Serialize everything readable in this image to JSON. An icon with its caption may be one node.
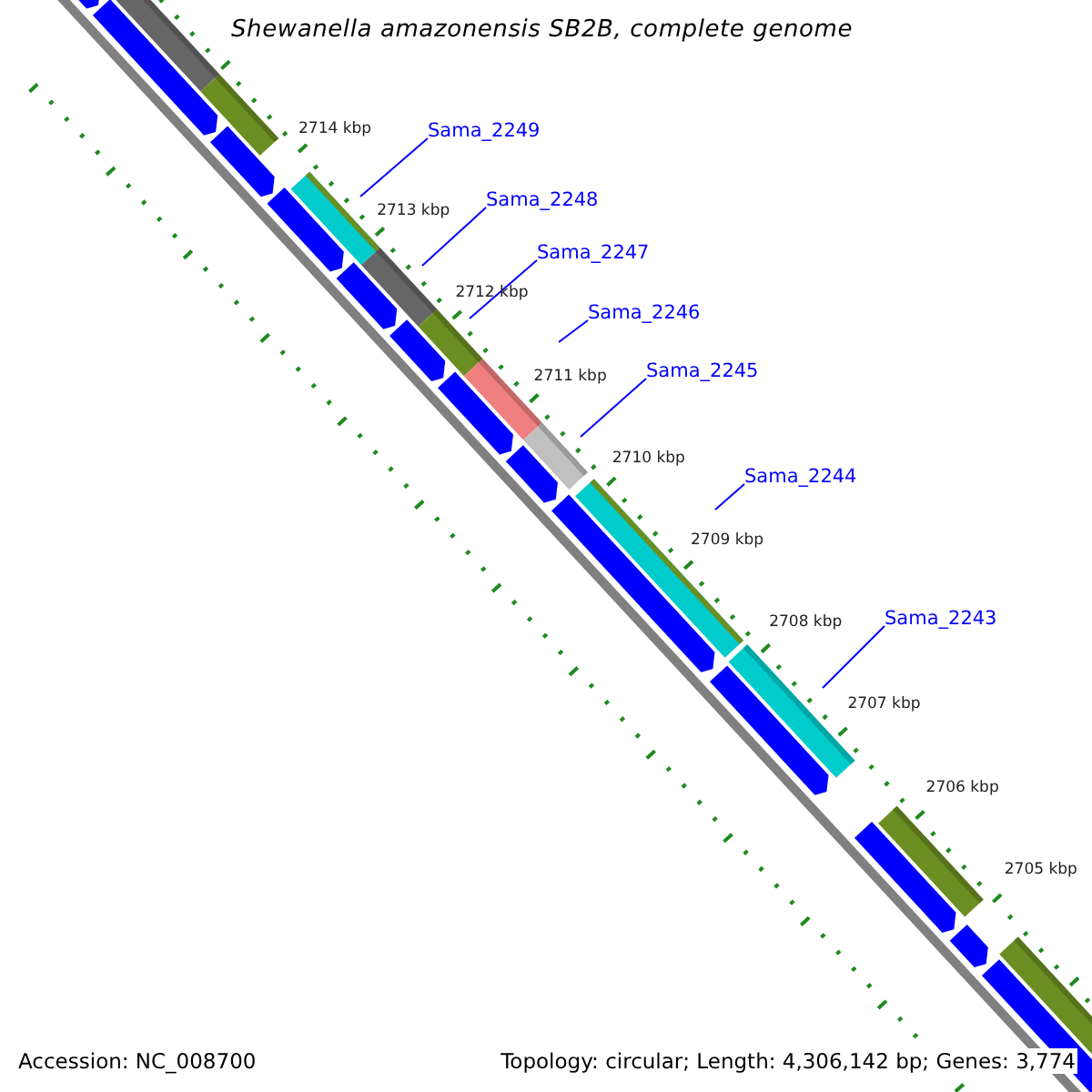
{
  "diagram": {
    "title": "Shewanella amazonensis SB2B, complete genome",
    "nodes": [
      {
        "text": [
          "Sama_2249"
        ]
      },
      {
        "text": [
          "Sama_2248"
        ]
      },
      {
        "text": [
          "Sama_2247"
        ]
      },
      {
        "text": [
          "Sama_2246"
        ]
      },
      {
        "text": [
          "Sama_2245"
        ]
      },
      {
        "text": [
          "Sama_2244"
        ]
      },
      {
        "text": [
          "Sama_2243"
        ]
      }
    ],
    "edges": [
      {
        "from": 0,
        "to": null,
        "arrow": "none"
      },
      {
        "from": 1,
        "to": null,
        "arrow": "none"
      },
      {
        "from": 2,
        "to": null,
        "arrow": "none"
      },
      {
        "from": 3,
        "to": null,
        "arrow": "none"
      },
      {
        "from": 4,
        "to": null,
        "arrow": "none"
      },
      {
        "from": 5,
        "to": null,
        "arrow": "none"
      },
      {
        "from": 6,
        "to": null,
        "arrow": "none"
      }
    ],
    "labels": [
      "2714 kbp",
      "2713 kbp",
      "2712 kbp",
      "2711 kbp",
      "2710 kbp",
      "2709 kbp",
      "2708 kbp",
      "2707 kbp",
      "2706 kbp",
      "2705 kbp",
      "Accession: NC_008700",
      "Topology: circular; Length: 4,306,142 bp; Genes: 3,774"
    ]
  }
}
